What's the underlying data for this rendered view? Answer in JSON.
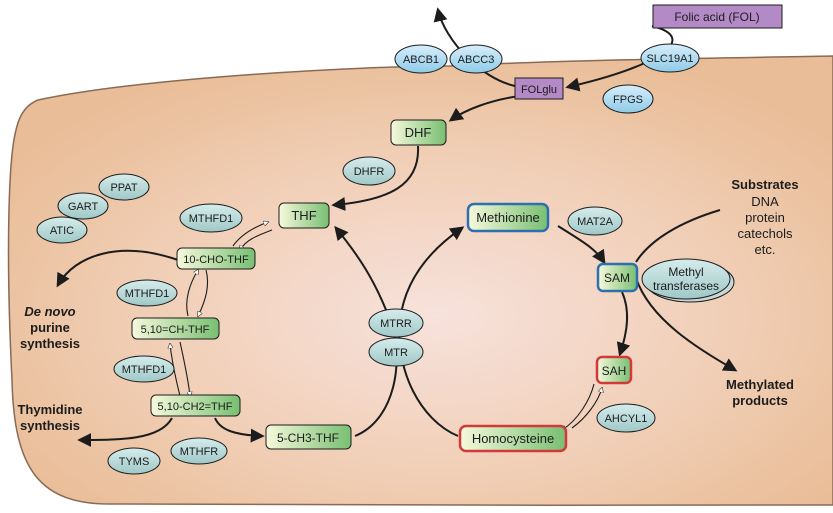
{
  "colors": {
    "cell_fill": "#f1c7a5",
    "cell_stroke": "#8a6a55",
    "enzyme_fill": "#b7d8d8",
    "metabolite_fill": "#8fc98a",
    "purple_box": "#b48ac6",
    "outline_blue": "#2f6fb0",
    "outline_red": "#d23a3a",
    "arrow": "#1c1c1c"
  },
  "metabolites": {
    "folic_acid": "Folic acid (FOL)",
    "folglu": "FOLglu",
    "dhf": "DHF",
    "thf": "THF",
    "cho_thf": "10-CHO-THF",
    "ch_thf": "5,10=CH-THF",
    "ch2_thf": "5,10-CH2=THF",
    "ch3_thf": "5-CH3-THF",
    "methionine": "Methionine",
    "sam": "SAM",
    "sah": "SAH",
    "homocysteine": "Homocysteine"
  },
  "enzymes": {
    "abcb1": "ABCB1",
    "abcc3": "ABCC3",
    "slc19a1": "SLC19A1",
    "fpgs": "FPGS",
    "dhfr": "DHFR",
    "ppat": "PPAT",
    "gart": "GART",
    "atic": "ATIC",
    "mthfd1_a": "MTHFD1",
    "mthfd1_b": "MTHFD1",
    "mthfd1_c": "MTHFD1",
    "mtrr": "MTRR",
    "mtr": "MTR",
    "tyms": "TYMS",
    "mthfr": "MTHFR",
    "mat2a": "MAT2A",
    "ahcyl1": "AHCYL1",
    "methyl_transferases_line1": "Methyl",
    "methyl_transferases_line2": "transferases"
  },
  "labels": {
    "de_novo_line1": "De novo",
    "de_novo_line2": "purine",
    "de_novo_line3": "synthesis",
    "thymidine_line1": "Thymidine",
    "thymidine_line2": "synthesis",
    "substrates_title": "Substrates",
    "substrates_line1": "DNA",
    "substrates_line2": "protein",
    "substrates_line3": "catechols",
    "substrates_line4": "etc.",
    "methylated_line1": "Methylated",
    "methylated_line2": "products"
  }
}
